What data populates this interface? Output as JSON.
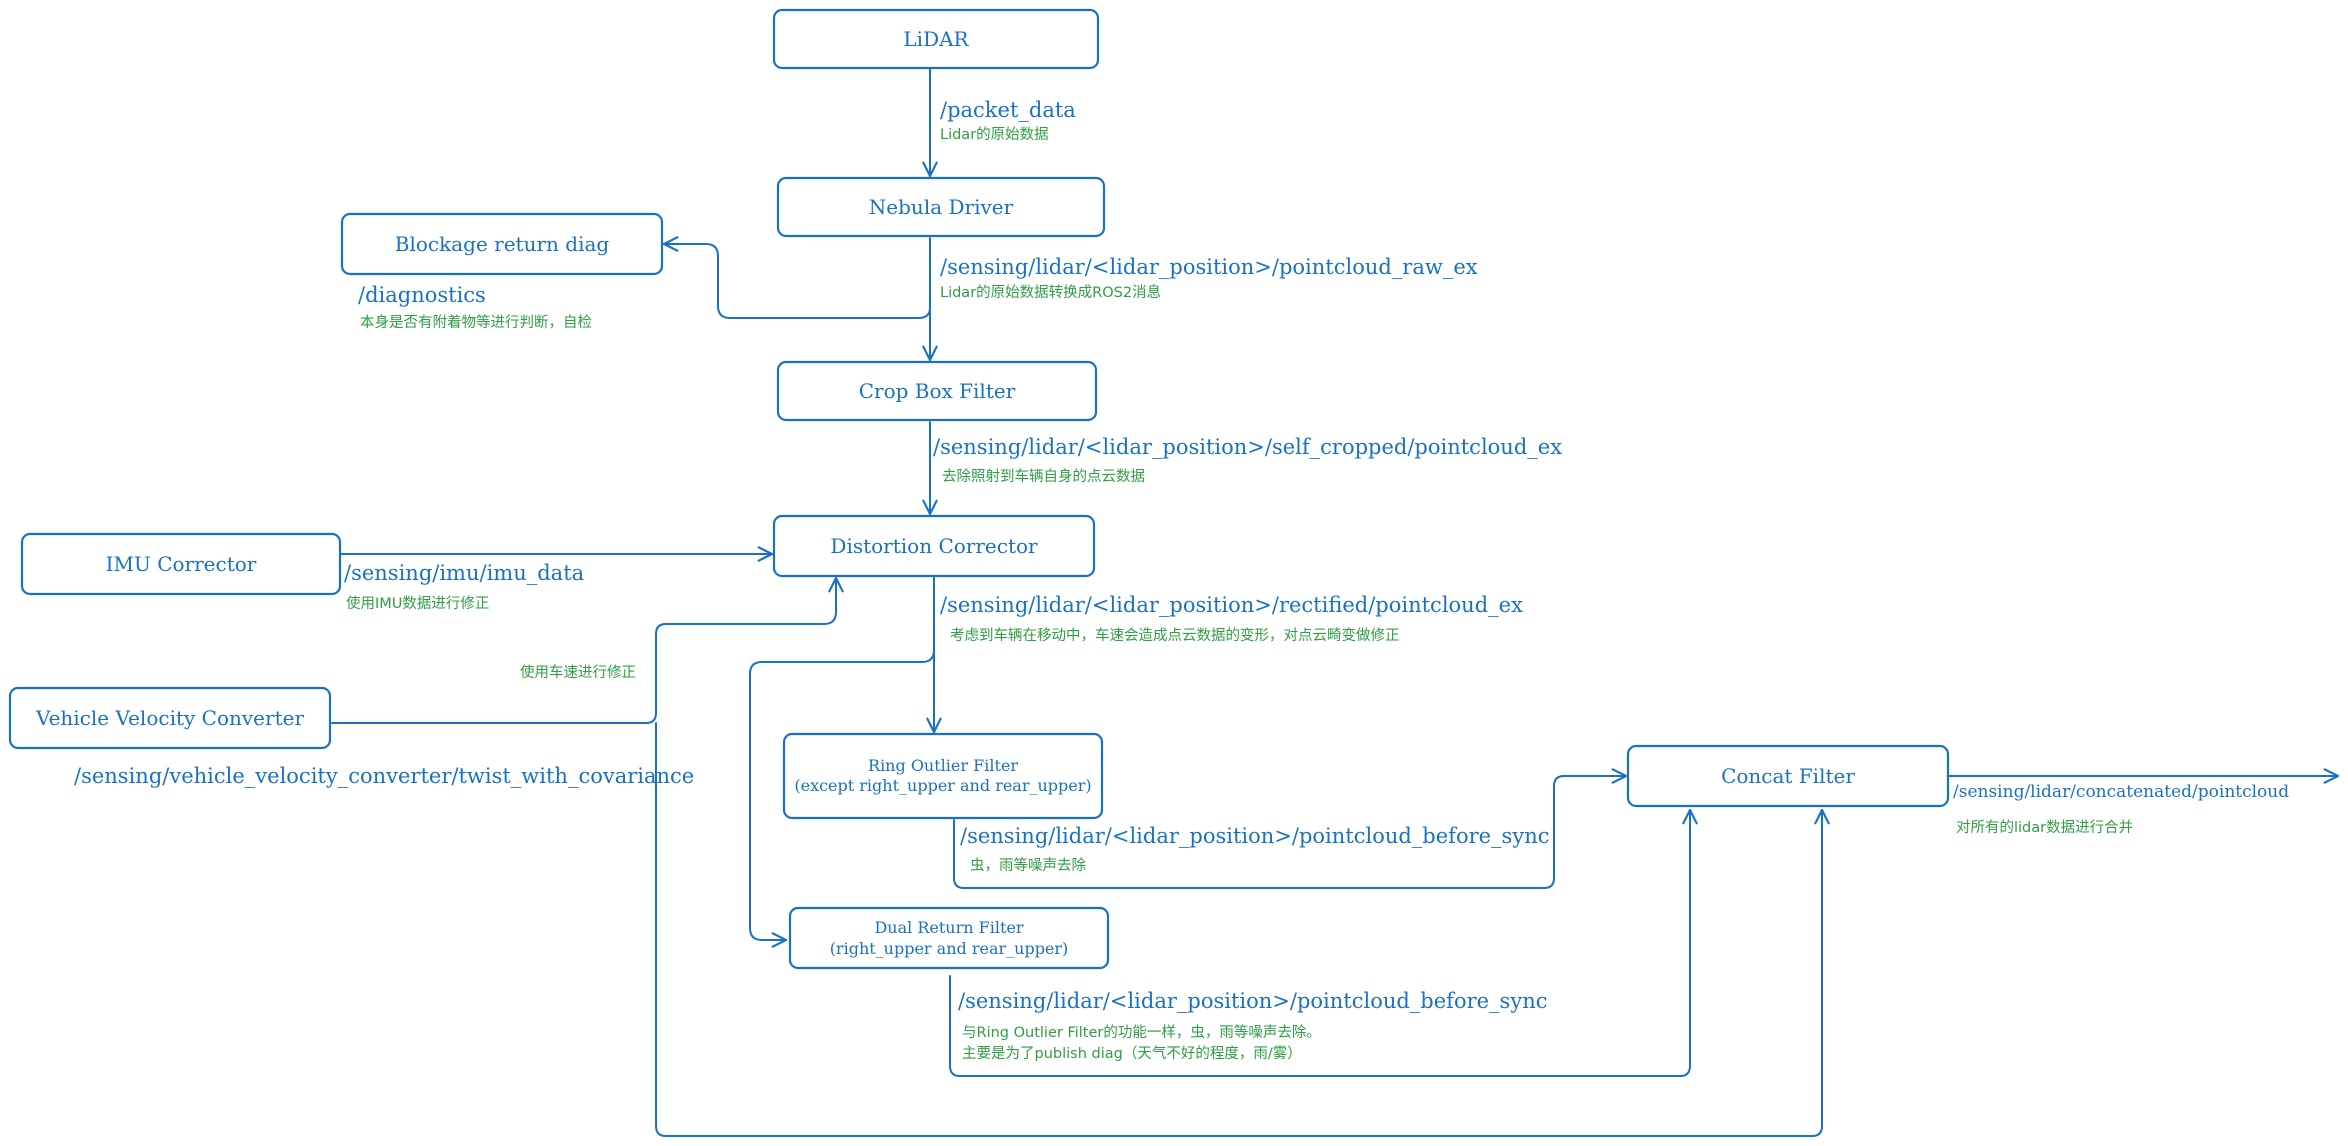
{
  "nodes": {
    "lidar": "LiDAR",
    "nebula_driver": "Nebula Driver",
    "blockage_diag": "Blockage return diag",
    "crop_box_filter": "Crop Box Filter",
    "imu_corrector": "IMU Corrector",
    "distortion_corrector": "Distortion Corrector",
    "vehicle_velocity_converter": "Vehicle Velocity Converter",
    "ring_outlier_filter": {
      "line1": "Ring Outlier Filter",
      "line2": "(except right_upper and rear_upper)"
    },
    "dual_return_filter": {
      "line1": "Dual Return Filter",
      "line2": "(right_upper and rear_upper)"
    },
    "concat_filter": "Concat Filter"
  },
  "edges": {
    "packet_data": {
      "topic": "/packet_data",
      "note": "Lidar的原始数据"
    },
    "pointcloud_raw_ex": {
      "topic": "/sensing/lidar/<lidar_position>/pointcloud_raw_ex",
      "note": "Lidar的原始数据转换成ROS2消息"
    },
    "diagnostics": {
      "topic": "/diagnostics",
      "note": "本身是否有附着物等进行判断，自检"
    },
    "self_cropped": {
      "topic": "/sensing/lidar/<lidar_position>/self_cropped/pointcloud_ex",
      "note": "去除照射到车辆自身的点云数据"
    },
    "imu_data": {
      "topic": "/sensing/imu/imu_data",
      "note": "使用IMU数据进行修正"
    },
    "twist": {
      "topic": "/sensing/vehicle_velocity_converter/twist_with_covariance",
      "note": "使用车速进行修正"
    },
    "rectified": {
      "topic": "/sensing/lidar/<lidar_position>/rectified/pointcloud_ex",
      "note": "考虑到车辆在移动中，车速会造成点云数据的变形，对点云畸变做修正"
    },
    "before_sync_ring": {
      "topic": "/sensing/lidar/<lidar_position>/pointcloud_before_sync",
      "note": "虫，雨等噪声去除"
    },
    "before_sync_dual": {
      "topic": "/sensing/lidar/<lidar_position>/pointcloud_before_sync",
      "note_line1": "与Ring Outlier Filter的功能一样，虫，雨等噪声去除。",
      "note_line2": "主要是为了publish diag（天气不好的程度，雨/雾）"
    },
    "concatenated": {
      "topic": "/sensing/lidar/concatenated/pointcloud",
      "note": "对所有的lidar数据进行合并"
    }
  },
  "colors": {
    "stroke": "#1971c2",
    "note": "#2f9e44",
    "background": "#ffffff"
  }
}
